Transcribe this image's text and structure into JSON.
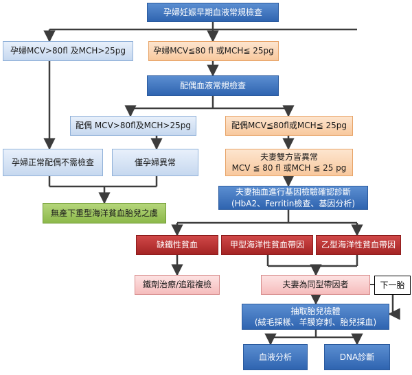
{
  "nodes": {
    "n1": "孕婦妊娠早期血液常規檢查",
    "n2a": "孕婦MCV>80fl 及MCH>25pg",
    "n2b": "孕婦MCV≦80 fl 或MCH≦ 25pg",
    "n3": "配偶血液常規檢查",
    "n4a": "配偶 MCV>80fl及MCH>25pg",
    "n4b": "配偶MCV≦80fl或MCH≦ 25pg",
    "n5a": "孕婦正常配偶不需檢查",
    "n5b": "僅孕婦異常",
    "n5c": "夫妻雙方皆異常\nMCV ≦ 80 fl 或MCH ≦ 25  pg",
    "n6": "夫妻抽血進行基因檢驗確認診斷\n(HbA2、Ferritin檢查、基因分析)",
    "n7": "無產下重型海洋貧血胎兒之虞",
    "n8a": "缺鐵性貧血",
    "n8b": "甲型海洋性貧血帶因",
    "n8c": "乙型海洋性貧血帶因",
    "n9a": "鐵劑治療/追蹤複檢",
    "n9b": "夫妻為同型帶因者",
    "n9c": "下一胎",
    "n10": "抽取胎兒檢體\n(絨毛採樣、羊膜穿刺、胎兒採血)",
    "n11a": "血液分析",
    "n11b": "DNA診斷"
  }
}
